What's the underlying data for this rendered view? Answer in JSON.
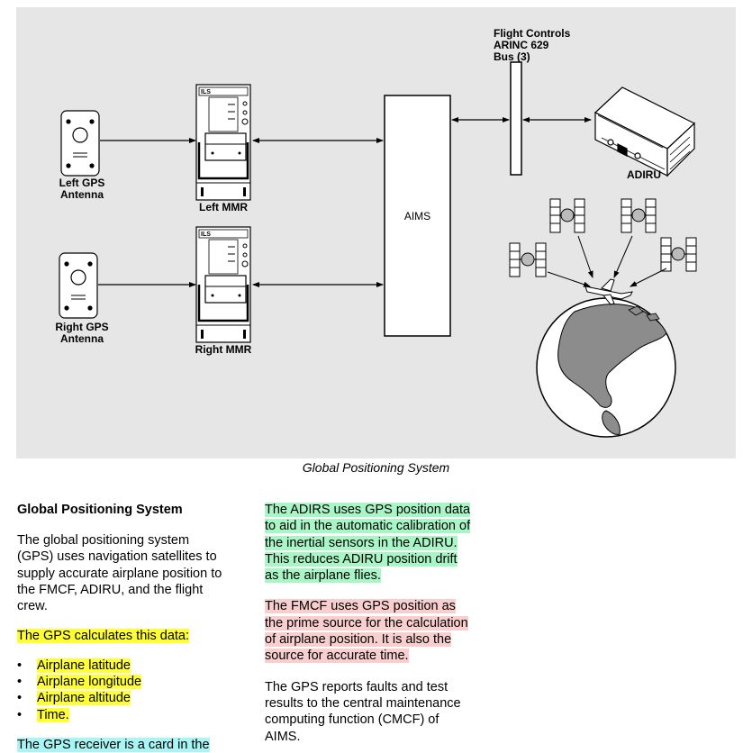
{
  "figure": {
    "labels": {
      "left_gps_antenna": [
        "Left GPS",
        "Antenna"
      ],
      "right_gps_antenna": [
        "Right GPS",
        "Antenna"
      ],
      "left_mmr": "Left MMR",
      "right_mmr": "Right MMR",
      "aims": "AIMS",
      "flight_controls_bus": [
        "Flight Controls",
        "ARINC 629",
        "Bus (3)"
      ],
      "adiru": "ADIRU",
      "ils_tag": "ILS"
    },
    "caption": "Global Positioning System",
    "colors": {
      "background": "#e6e6e6",
      "highlight_yellow": "#ffff33",
      "highlight_green": "#a8f5c5",
      "highlight_pink": "#f9cece",
      "highlight_cyan": "#a8f5f5"
    }
  },
  "left_column": {
    "heading": "Global Positioning System",
    "intro": [
      "The global positioning system",
      "(GPS) uses navigation satellites to",
      "supply accurate airplane position to",
      "the FMCF, ADIRU, and the flight",
      "crew."
    ],
    "calc_intro": "The GPS calculates this data:",
    "bullets": [
      "Airplane latitude",
      "Airplane longitude",
      "Airplane altitude",
      "Time."
    ],
    "receiver_line": "The GPS receiver is a card in the"
  },
  "right_column": {
    "adirs_para": [
      "The ADIRS uses GPS position data",
      "to aid in the automatic calibration of",
      "the inertial sensors in the ADIRU.",
      "This reduces ADIRU position drift",
      "as the airplane flies."
    ],
    "fmcf_para": [
      "The FMCF uses GPS position as",
      "the prime source for the calculation",
      "of airplane position. It is also the",
      "source for accurate time."
    ],
    "faults_para": [
      "The GPS reports faults and test",
      "results to the central maintenance",
      "computing function (CMCF) of",
      "AIMS."
    ]
  }
}
